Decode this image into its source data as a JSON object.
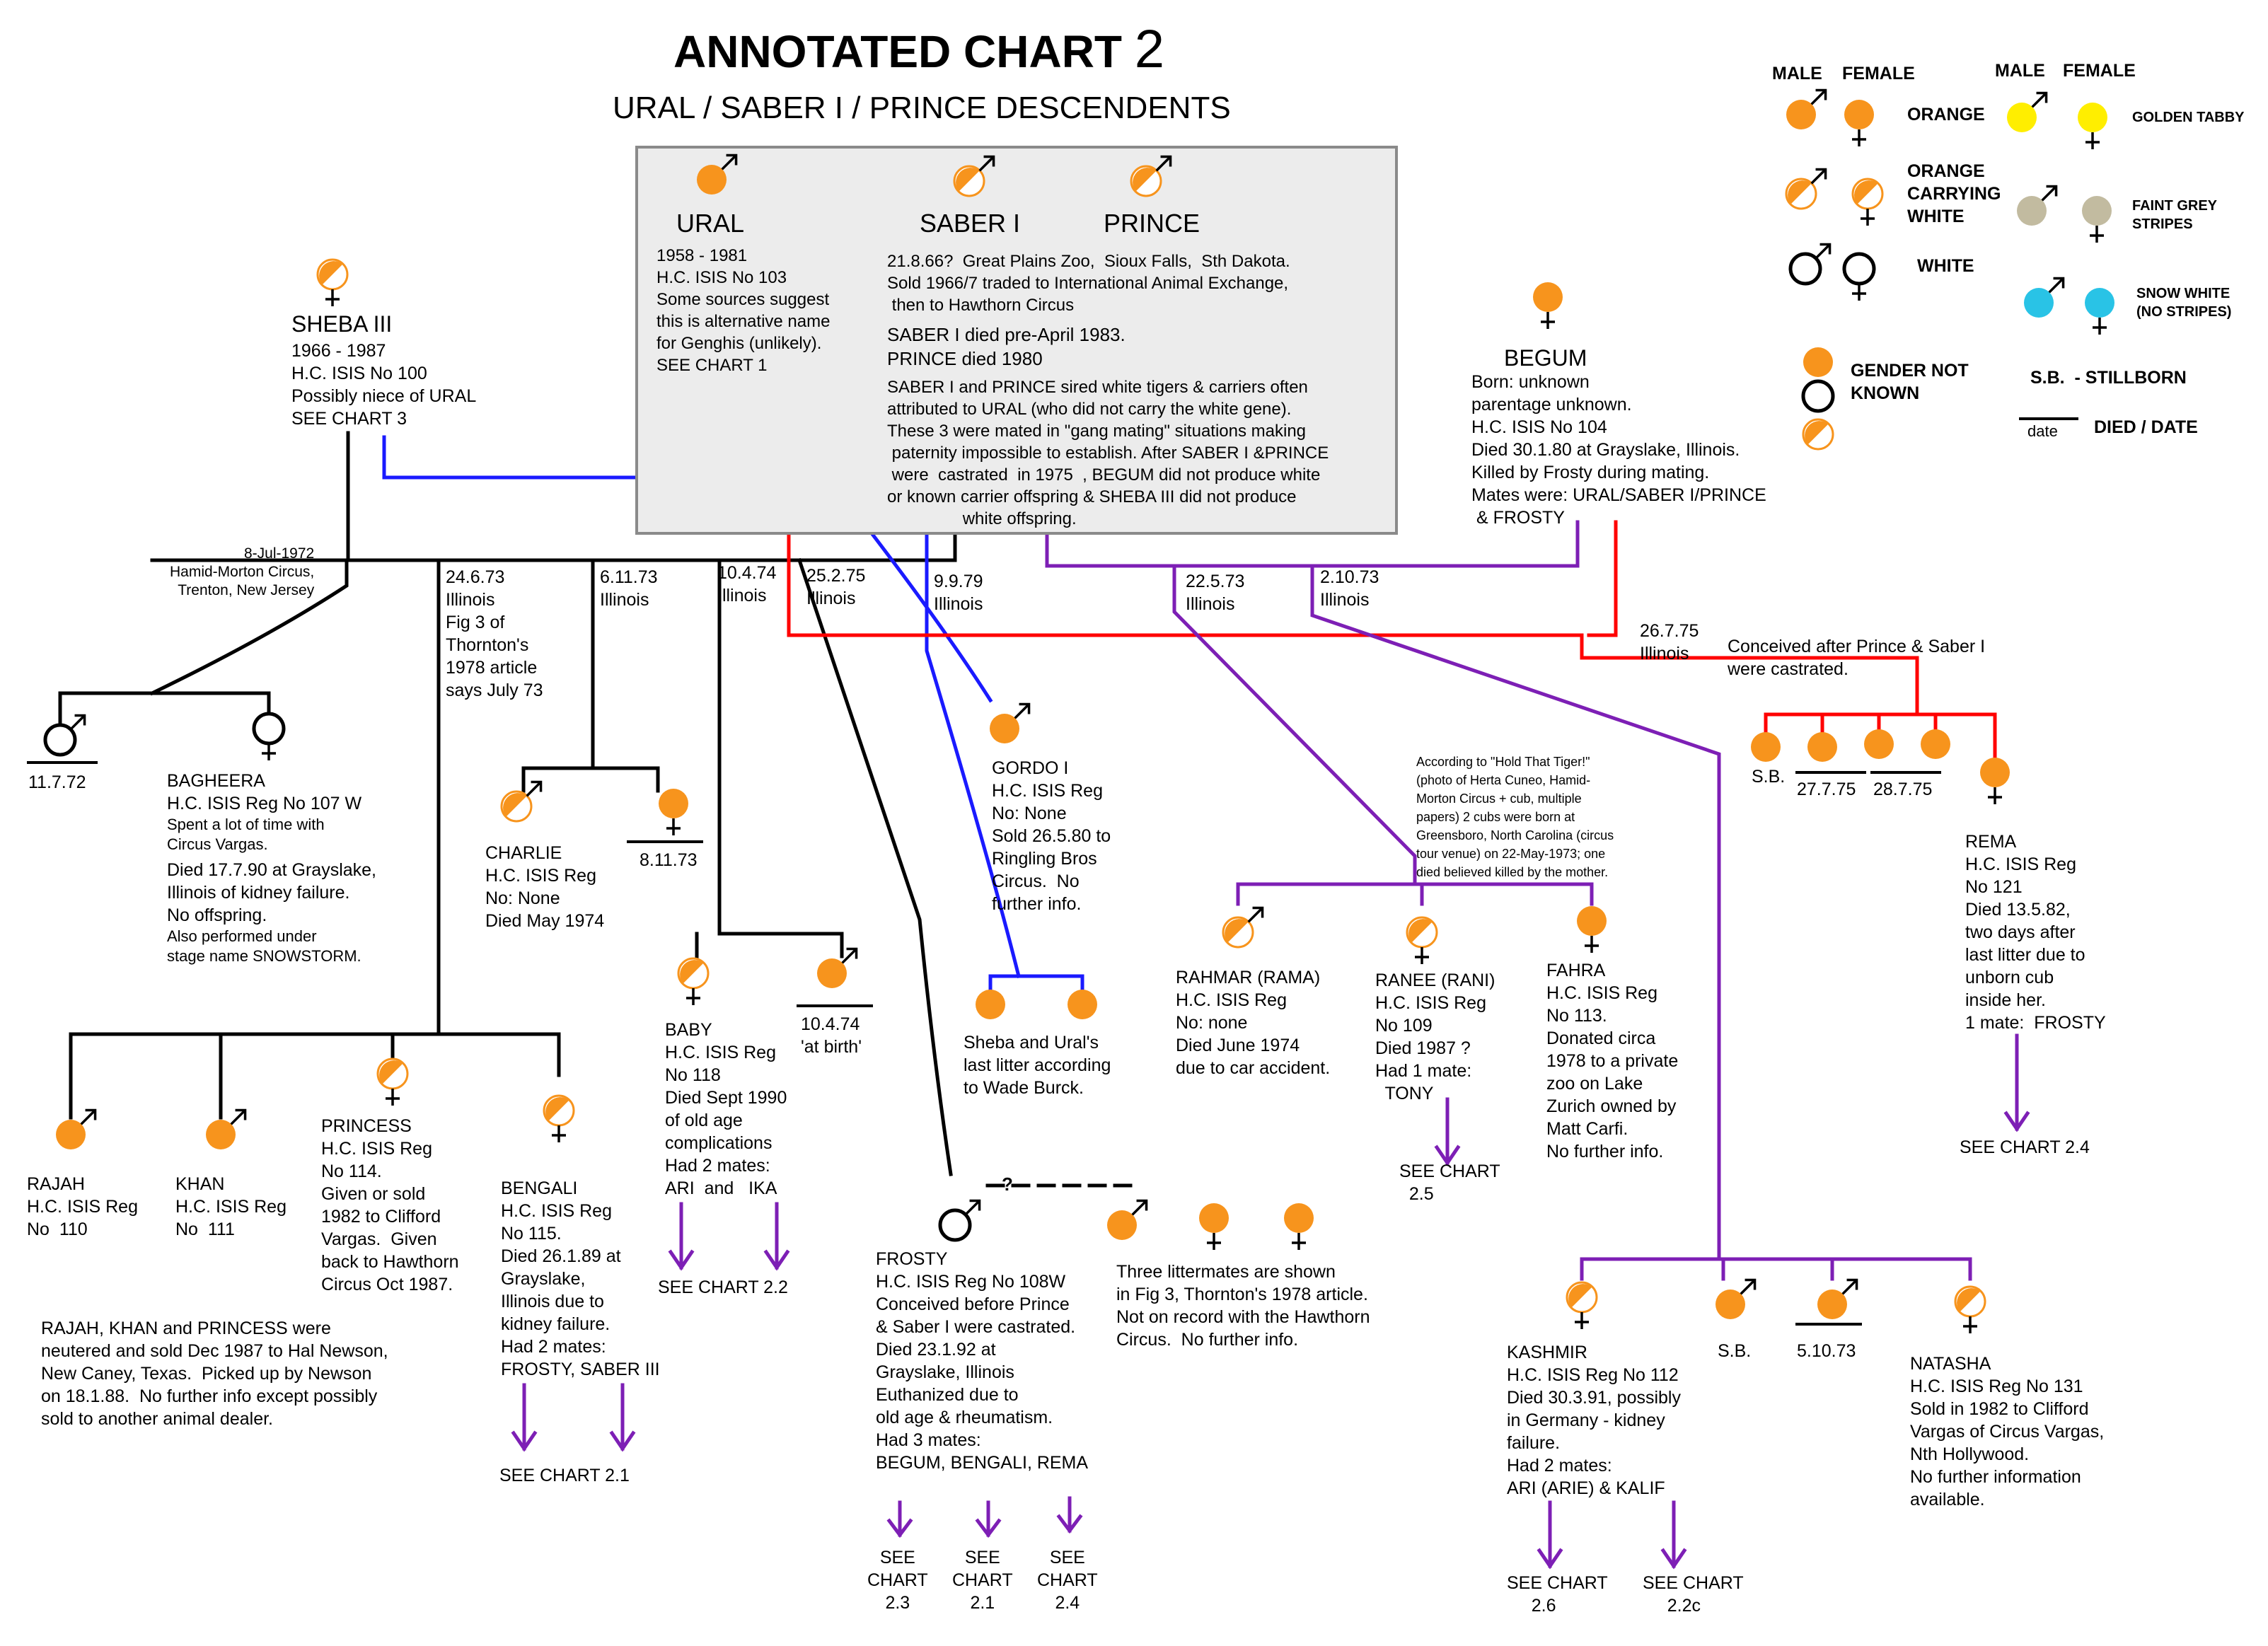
{
  "header": {
    "title": "ANNOTATED CHART",
    "title_number": "2",
    "subtitle": "URAL / SABER I / PRINCE DESCENDENTS"
  },
  "legend": {
    "col_male_1": "MALE",
    "col_female_1": "FEMALE",
    "col_male_2": "MALE",
    "col_female_2": "FEMALE",
    "orange": "ORANGE",
    "orange_carrying_white": "ORANGE\nCARRYING\nWHITE",
    "white": "WHITE",
    "gender_not_known": "GENDER NOT\nKNOWN",
    "golden_tabby": "GOLDEN TABBY",
    "faint_grey_stripes": "FAINT GREY\nSTRIPES",
    "snow_white": "SNOW WHITE\n(NO STRIPES)",
    "stillborn": "S.B.  - STILLBORN",
    "date_sample": "date",
    "died_date": "DIED / DATE",
    "colors": {
      "orange": "#f7941d",
      "white": "#ffffff",
      "golden": "#ffee00",
      "grey": "#c2bba0",
      "snow": "#29c3e6",
      "blue_line": "#1a1aff",
      "red_line": "#ff0000",
      "purple_line": "#7d1fb5",
      "black_line": "#000000"
    },
    "icon_names": [
      "male-symbol",
      "female-symbol",
      "circle-symbol"
    ]
  },
  "founders": {
    "ural_name": "URAL",
    "ural_info": "1958 - 1981\nH.C. ISIS No 103\nSome sources suggest\nthis is alternative name\nfor Genghis (unlikely).\nSEE CHART 1",
    "saber_name": "SABER I",
    "prince_name": "PRINCE",
    "saber_info_1": "21.8.66?  Great Plains Zoo,  Sioux Falls,  Sth Dakota.\nSold 1966/7 traded to International Animal Exchange,\n then to Hawthorn Circus",
    "saber_info_2": "SABER I died pre-April 1983.\nPRINCE died 1980",
    "saber_info_3": "SABER I and PRINCE sired white tigers & carriers often\nattributed to URAL (who did not carry the white gene).\nThese 3 were mated in \"gang mating\" situations making\n paternity impossible to establish. After SABER I &PRINCE\n were  castrated  in 1975  , BEGUM did not produce white\nor known carrier offspring & SHEBA III did not produce\n                white offspring."
  },
  "sheba": {
    "name": "SHEBA III",
    "info": "1966 - 1987\nH.C. ISIS No 100\nPossibly niece of URAL\nSEE CHART 3"
  },
  "begum": {
    "name": "BEGUM",
    "info": "Born: unknown\nparentage unknown.\nH.C. ISIS No 104\nDied 30.1.80 at Grayslake, Illinois.\nKilled by Frosty during mating.\nMates were: URAL/SABER I/PRINCE\n & FROSTY"
  },
  "litters": {
    "l1972": "8-Jul-1972\nHamid-Morton Circus,\nTrenton, New Jersey",
    "l24673": "24.6.73\nIllinois\nFig 3 of\nThornton's\n1978 article\nsays July 73",
    "l61173": "6.11.73\nIllinois",
    "l10474": "10.4.74\nIllinois",
    "l25275": "25.2.75\nIllinois",
    "l9979": "9.9.79\nIllinois",
    "l22573": "22.5.73\nIllinois",
    "l21073": "2.10.73\nIllinois",
    "l26775": "26.7.75\nIllinois"
  },
  "cubs": {
    "m1972_died": "11.7.72",
    "bagheera": "BAGHEERA\nH.C. ISIS Reg No 107 W",
    "bagheera_more": "Spent a lot of time with\nCircus Vargas.",
    "bagheera_died": "Died 17.7.90 at Grayslake,\nIllinois of kidney failure.\nNo offspring.",
    "bagheera_stage": "Also performed under\nstage name SNOWSTORM.",
    "charlie": "CHARLIE\nH.C. ISIS Reg\nNo: None\nDied May 1974",
    "f_61173_died": "8.11.73",
    "baby": "BABY\nH.C. ISIS Reg\nNo 118\nDied Sept 1990\nof old age\ncomplications\nHad 2 mates:\nARI  and   IKA",
    "m_10474_died": "10.4.74\n'at birth'",
    "see_22": "SEE CHART 2.2",
    "gordo": "GORDO I\nH.C. ISIS Reg\nNo: None\nSold 26.5.80 to\nRingling Bros\nCircus.  No\nfurther info.",
    "last_litter": "Sheba and Ural's\nlast litter according\nto Wade Burck.",
    "rajah": "RAJAH\nH.C. ISIS Reg\nNo  110",
    "khan": "KHAN\nH.C. ISIS Reg\nNo  111",
    "princess": "PRINCESS\nH.C. ISIS Reg\nNo 114.\nGiven or sold\n1982 to Clifford\nVargas.  Given\nback to Hawthorn\nCircus Oct 1987.",
    "bengali": "BENGALI\nH.C. ISIS Reg\nNo 115.\nDied 26.1.89 at\nGrayslake,\nIllinois due to\nkidney failure.\nHad 2 mates:\nFROSTY, SABER III",
    "see_21": "SEE CHART 2.1",
    "rkp_note": "RAJAH, KHAN and PRINCESS were\nneutered and sold Dec 1987 to Hal Newson,\nNew Caney, Texas.  Picked up by Newson\non 18.1.88.  No further info except possibly\nsold to another animal dealer.",
    "frosty": "FROSTY\nH.C. ISIS Reg No 108W\nConceived before Prince\n& Saber I were castrated.\nDied 23.1.92 at\nGrayslake, Illinois\nEuthanized due to\nold age & rheumatism.\nHad 3 mates:\nBEGUM, BENGALI, REMA",
    "frosty_q": "?",
    "frosty_see_1": "SEE\nCHART\n2.3",
    "frosty_see_2": "SEE\nCHART\n2.1",
    "frosty_see_3": "SEE\nCHART\n2.4",
    "three_litter": "Three littermates are shown\nin Fig 3, Thornton's 1978 article.\nNot on record with the Hawthorn\nCircus.  No further info.",
    "holdtiger": "According to \"Hold That Tiger!\"\n(photo of Herta Cuneo, Hamid-\nMorton Circus + cub, multiple\npapers) 2 cubs were born at\nGreensboro, North Carolina (circus\ntour venue) on 22-May-1973; one\ndied believed killed by the mother.",
    "rahmar": "RAHMAR (RAMA)\nH.C. ISIS Reg\nNo: none\nDied June 1974\ndue to car accident.",
    "ranee": "RANEE (RANI)\nH.C. ISIS Reg\nNo 109\nDied 1987 ?\nHad 1 mate:\n  TONY",
    "see_25": "SEE CHART\n  2.5",
    "fahra": "FAHRA\nH.C. ISIS Reg\nNo 113.\nDonated circa\n1978 to a private\nzoo on Lake\nZurich owned by\nMatt Carfi.\nNo further info.",
    "conceived_note": "Conceived after Prince & Saber I\nwere castrated.",
    "sb1": "S.B.",
    "d27775": "27.7.75",
    "d28775": "28.7.75",
    "rema": "REMA\nH.C. ISIS Reg\nNo 121\nDied 13.5.82,\ntwo days after\nlast litter due to\nunborn cub\ninside her.\n1 mate:  FROSTY",
    "see_24": "SEE CHART 2.4",
    "kashmir": "KASHMIR\nH.C. ISIS Reg No 112\nDied 30.3.91, possibly\nin Germany - kidney\nfailure.\nHad 2 mates:\nARI (ARIE) & KALIF",
    "sb2": "S.B.",
    "d51073": "5.10.73",
    "natasha": "NATASHA\nH.C. ISIS Reg No 131\nSold in 1982 to Clifford\nVargas of Circus Vargas,\nNth Hollywood.\nNo further information\navailable.",
    "see_26": "SEE CHART\n     2.6",
    "see_22c": "SEE CHART\n     2.2c"
  }
}
